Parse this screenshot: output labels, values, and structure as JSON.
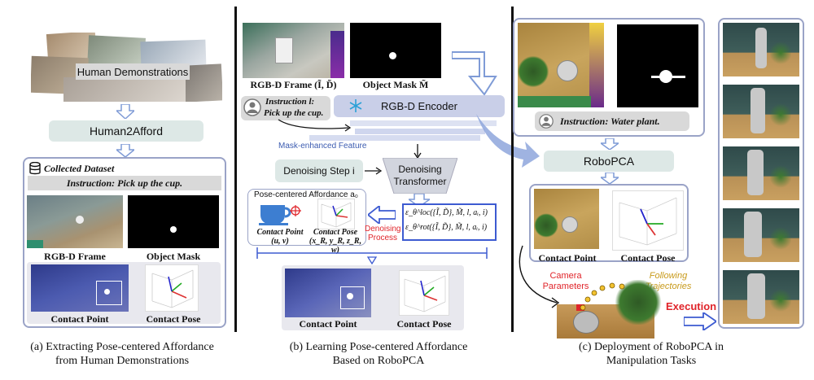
{
  "panel_a": {
    "human_demonstrations": "Human Demonstrations",
    "human2afford": "Human2Afford",
    "collected_dataset": "Collected Dataset",
    "instruction": "Instruction: Pick up the cup.",
    "rgbd_frame": "RGB-D Frame",
    "object_mask": "Object Mask",
    "contact_point": "Contact Point",
    "contact_pose": "Contact Pose",
    "caption_line1": "(a) Extracting Pose-centered Affordance",
    "caption_line2": "from Human Demonstrations"
  },
  "panel_b": {
    "rgbd_frame": "RGB-D Frame (Ĩ, D̃)",
    "object_mask": "Object Mask M̃",
    "instruction_line1": "Instruction l:",
    "instruction_line2": "Pick up the cup.",
    "rgbd_encoder": "RGB-D Encoder",
    "mask_enhanced_feature": "Mask-enhanced Feature",
    "denoising_step": "Denoising Step i",
    "denoising_transformer_line1": "Denoising",
    "denoising_transformer_line2": "Transformer",
    "pose_centered_affordance": "Pose-centered Affordance a₀",
    "eps_loc": "ε_θ^loc({Ĩ, D̃}, M̃, l, aᵢ, i)",
    "eps_rot": "ε_θ^rot({Ĩ, D̃}, M̃, l, aᵢ, i)",
    "denoising_process_line1": "Denoising",
    "denoising_process_line2": "Process",
    "contact_point_line1": "Contact Point",
    "contact_point_line2": "(u, v)",
    "contact_pose_line1": "Contact Pose",
    "contact_pose_line2": "(x_R, y_R, z_R, w)",
    "bottom_contact_point": "Contact Point",
    "bottom_contact_pose": "Contact Pose",
    "caption_line1": "(b) Learning Pose-centered Affordance",
    "caption_line2": "Based on RoboPCA"
  },
  "panel_c": {
    "instruction": "Instruction: Water plant.",
    "robopca": "RoboPCA",
    "contact_point": "Contact Point",
    "contact_pose": "Contact Pose",
    "camera_parameters_line1": "Camera",
    "camera_parameters_line2": "Parameters",
    "following_trajectories_line1": "Following",
    "following_trajectories_line2": "Trajectories",
    "execution": "Execution",
    "caption_line1": "(c) Deployment of RoboPCA in",
    "caption_line2": "Manipulation Tasks"
  },
  "colors": {
    "panel_border": "#9aa3c7",
    "pill_fill": "#dde8e6",
    "encoder_fill": "#c9cfe8",
    "arrow_blue": "#7f9bd6",
    "red_label": "#e0242a",
    "gold_label": "#c89a1a"
  },
  "icons": [
    "database-icon",
    "snowflake-icon",
    "user-icon",
    "cup-icon",
    "crosshair-icon",
    "down-arrow-icon",
    "left-arrow-icon",
    "right-arrow-icon"
  ]
}
